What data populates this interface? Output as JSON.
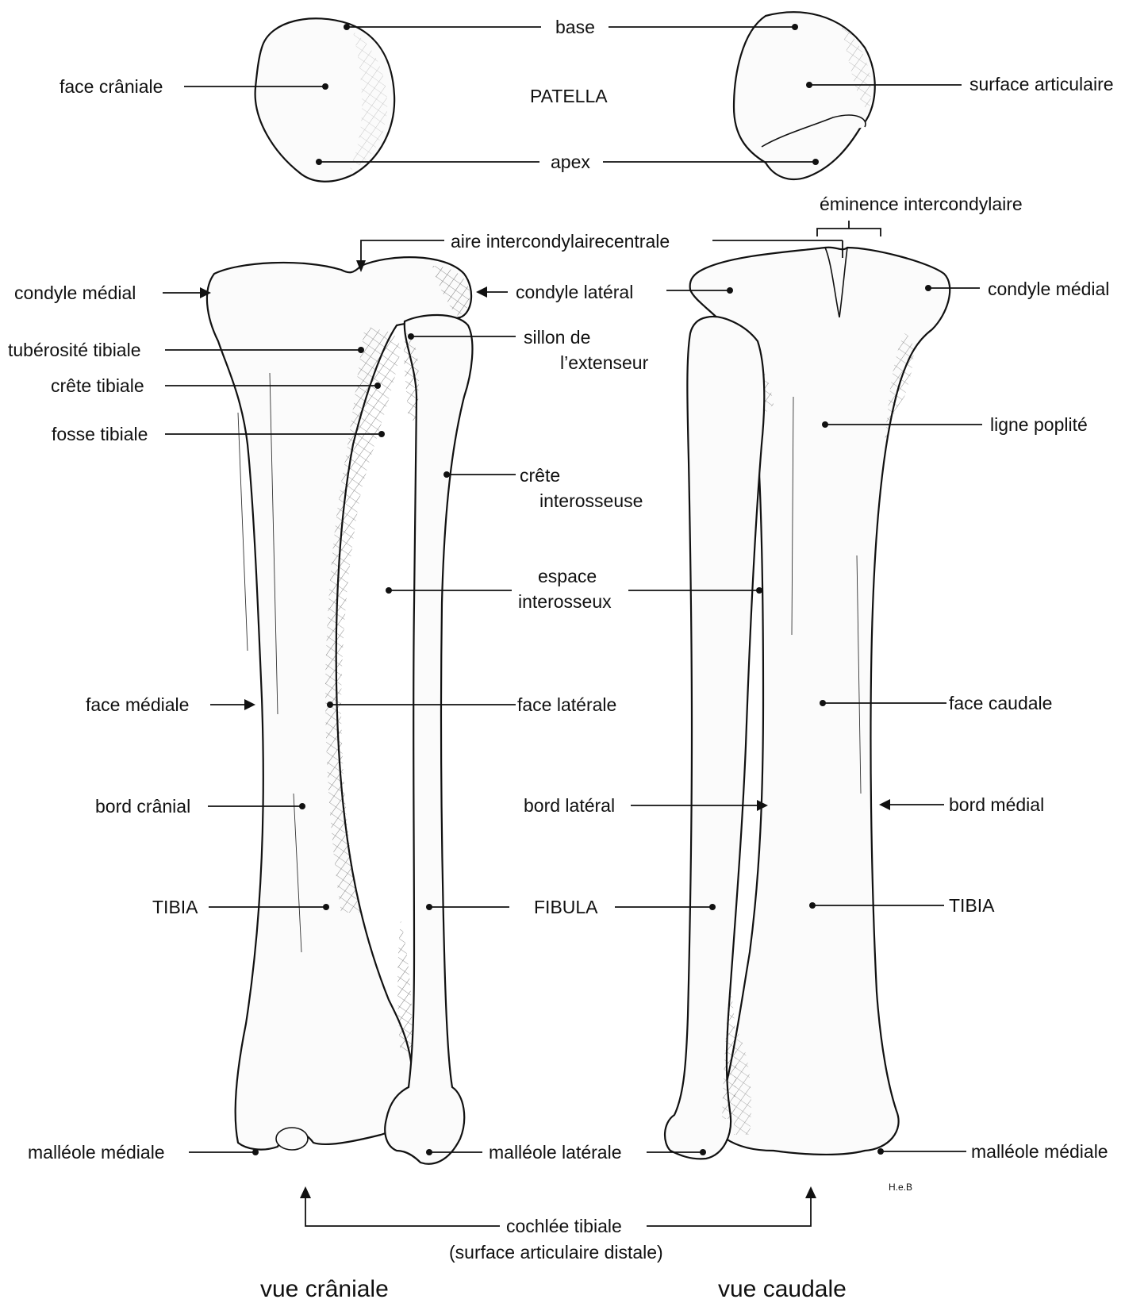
{
  "patella": {
    "title": "PATELLA",
    "base": "base",
    "apex": "apex",
    "face_craniale": "face crâniale",
    "surface_articulaire": "surface articulaire"
  },
  "caudal_top": {
    "eminence": "éminence intercondylaire",
    "aire": "aire intercondylairecentrale"
  },
  "cranial_left": {
    "condyle_medial": "condyle médial",
    "tuberosite": "tubérosité tibiale",
    "crete_tibiale": "crête tibiale",
    "fosse_tibiale": "fosse tibiale",
    "face_mediale": "face médiale",
    "bord_cranial": "bord crânial",
    "tibia": "TIBIA",
    "malleole_mediale": "malléole médiale"
  },
  "center": {
    "condyle_lateral": "condyle latéral",
    "sillon_1": "sillon de",
    "sillon_2": "l’extenseur",
    "crete_inter_1": "crête",
    "crete_inter_2": "interosseuse",
    "espace_1": "espace",
    "espace_2": "interosseux",
    "face_laterale": "face latérale",
    "bord_lateral": "bord latéral",
    "fibula": "FIBULA",
    "malleole_laterale": "malléole latérale",
    "cochlee_1": "cochlée tibiale",
    "cochlee_2": "(surface articulaire distale)"
  },
  "caudal_right": {
    "condyle_medial": "condyle médial",
    "ligne_poplite": "ligne poplité",
    "face_caudale": "face caudale",
    "bord_medial": "bord médial",
    "tibia": "TIBIA",
    "malleole_mediale": "malléole médiale"
  },
  "views": {
    "craniale": "vue crâniale",
    "caudale": "vue caudale"
  },
  "signature": "H.e.B"
}
